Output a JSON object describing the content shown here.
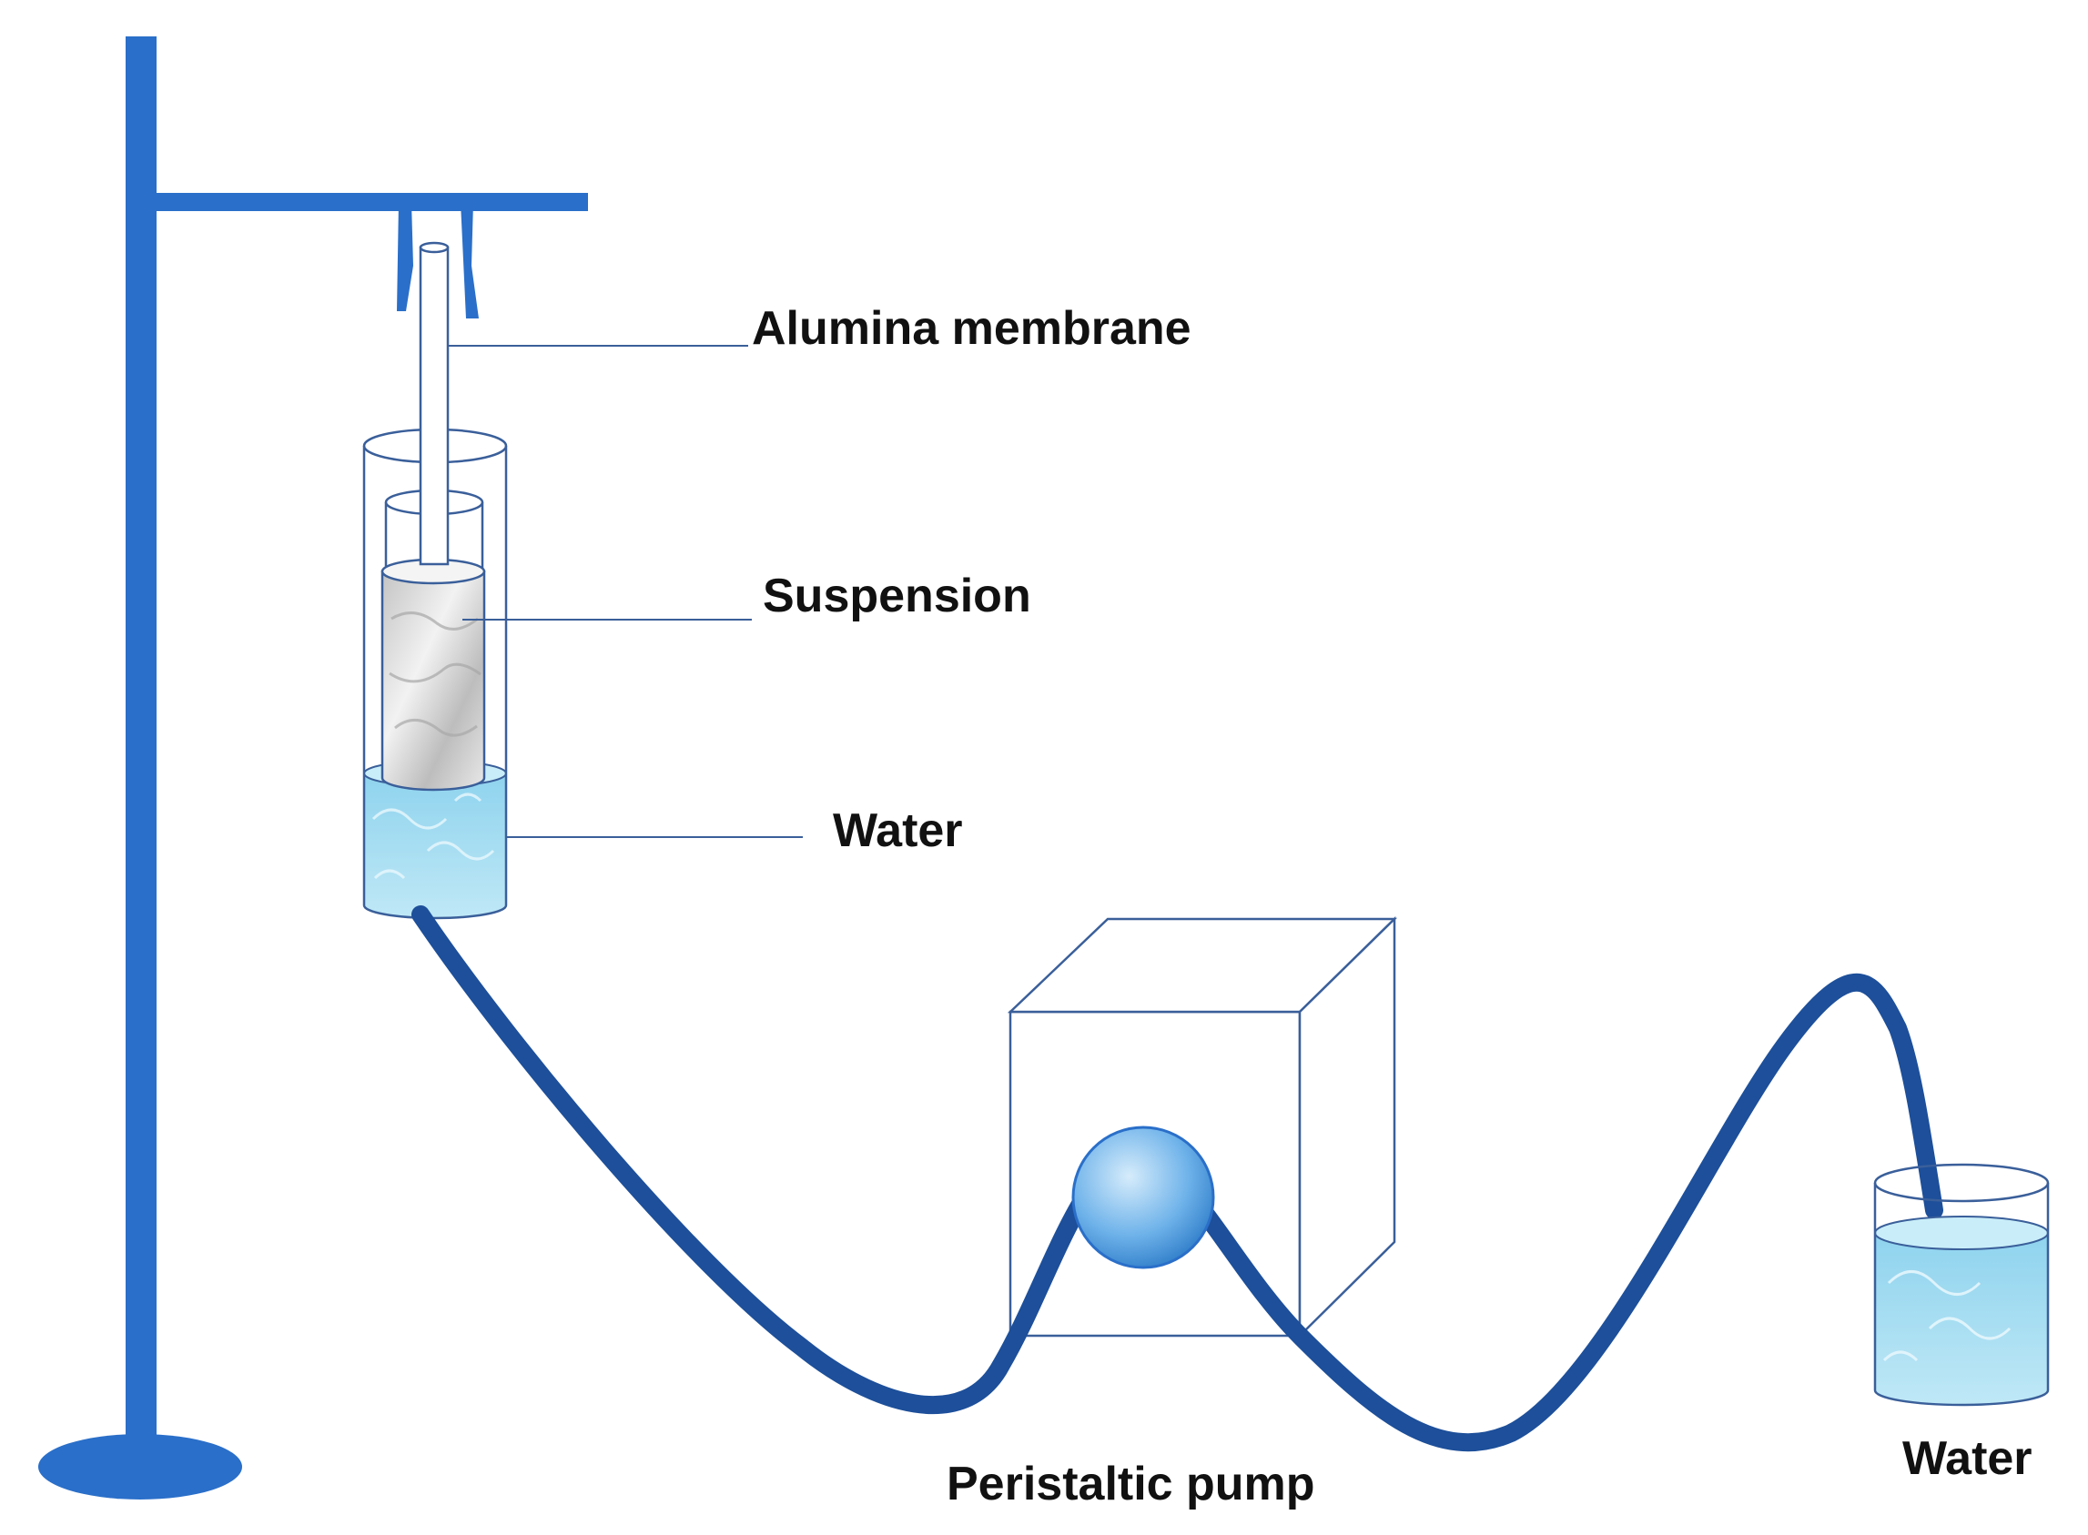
{
  "labels": {
    "membrane": "Alumina membrane",
    "suspension": "Suspension",
    "water_column": "Water",
    "pump": "Peristaltic pump",
    "water_beaker": "Water"
  },
  "colors": {
    "stand": "#2a6fc9",
    "tube": "#1d4f9a",
    "outline": "#3a5f9a",
    "water": "#a9dcf0",
    "suspension": "#d8d8d8",
    "pump_rotor": "#5aa6e6"
  },
  "icons": {
    "stand": "lab-stand",
    "clamp": "clamp",
    "column": "glass-column",
    "pump": "peristaltic-pump",
    "beaker": "beaker",
    "tubing": "tubing"
  }
}
